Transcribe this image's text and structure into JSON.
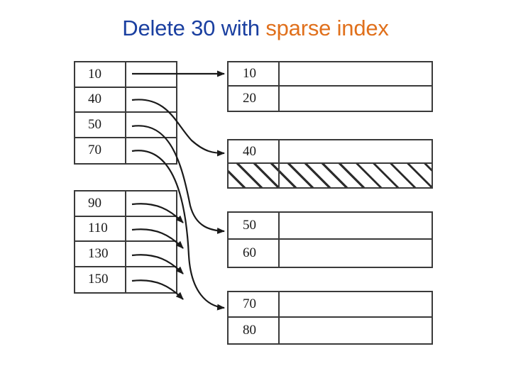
{
  "slide": {
    "title": {
      "segment_blue": "Delete 30 with",
      "segment_orange": "sparse index",
      "color_blue": "#1a3fa0",
      "color_orange": "#e0701c"
    },
    "background_color": "#ffffff",
    "line_color": "#3a3a3a"
  },
  "index_blocks": [
    {
      "name": "sparse-index-block-1",
      "entries": [
        {
          "key": "10",
          "pointer": "arrow-to-data-block-1"
        },
        {
          "key": "40",
          "pointer": "arrow-to-data-block-2"
        },
        {
          "key": "50",
          "pointer": "arrow-to-data-block-3"
        },
        {
          "key": "70",
          "pointer": "arrow-to-data-block-4"
        }
      ]
    },
    {
      "name": "sparse-index-block-2",
      "entries": [
        {
          "key": "90",
          "pointer": "arrow-offscreen-1"
        },
        {
          "key": "110",
          "pointer": "arrow-offscreen-2"
        },
        {
          "key": "130",
          "pointer": "arrow-offscreen-3"
        },
        {
          "key": "150",
          "pointer": "arrow-offscreen-4"
        }
      ]
    }
  ],
  "data_blocks": [
    {
      "name": "data-block-1",
      "rows": [
        {
          "key": "10",
          "deleted": false
        },
        {
          "key": "20",
          "deleted": false
        }
      ]
    },
    {
      "name": "data-block-2",
      "rows": [
        {
          "key": "40",
          "deleted": false
        },
        {
          "key": "",
          "deleted": true
        }
      ]
    },
    {
      "name": "data-block-3",
      "rows": [
        {
          "key": "50",
          "deleted": false
        },
        {
          "key": "60",
          "deleted": false
        }
      ]
    },
    {
      "name": "data-block-4",
      "rows": [
        {
          "key": "70",
          "deleted": false
        },
        {
          "key": "80",
          "deleted": false
        }
      ]
    }
  ]
}
